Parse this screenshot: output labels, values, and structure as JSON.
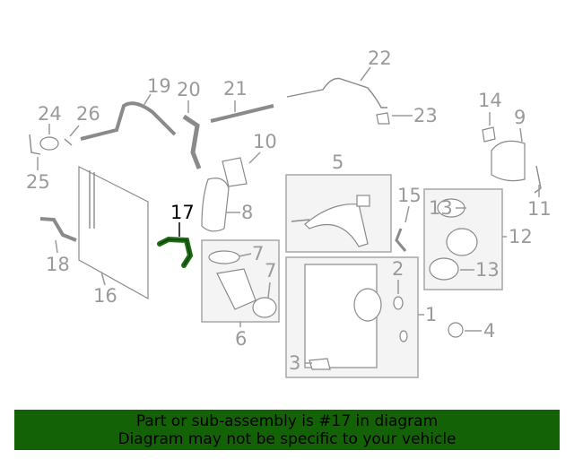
{
  "diagram": {
    "selected_part": "17",
    "highlight_color": "#1d6b12",
    "callouts": [
      "22",
      "19",
      "20",
      "21",
      "24",
      "26",
      "23",
      "14",
      "9",
      "10",
      "5",
      "25",
      "15",
      "13",
      "12",
      "13",
      "11",
      "17",
      "8",
      "7",
      "7",
      "18",
      "16",
      "2",
      "1",
      "6",
      "4",
      "3"
    ]
  },
  "banner": {
    "line1": "Part or sub-assembly is #17 in diagram",
    "line2": "Diagram may not be specific to your vehicle",
    "background": "#136306"
  }
}
